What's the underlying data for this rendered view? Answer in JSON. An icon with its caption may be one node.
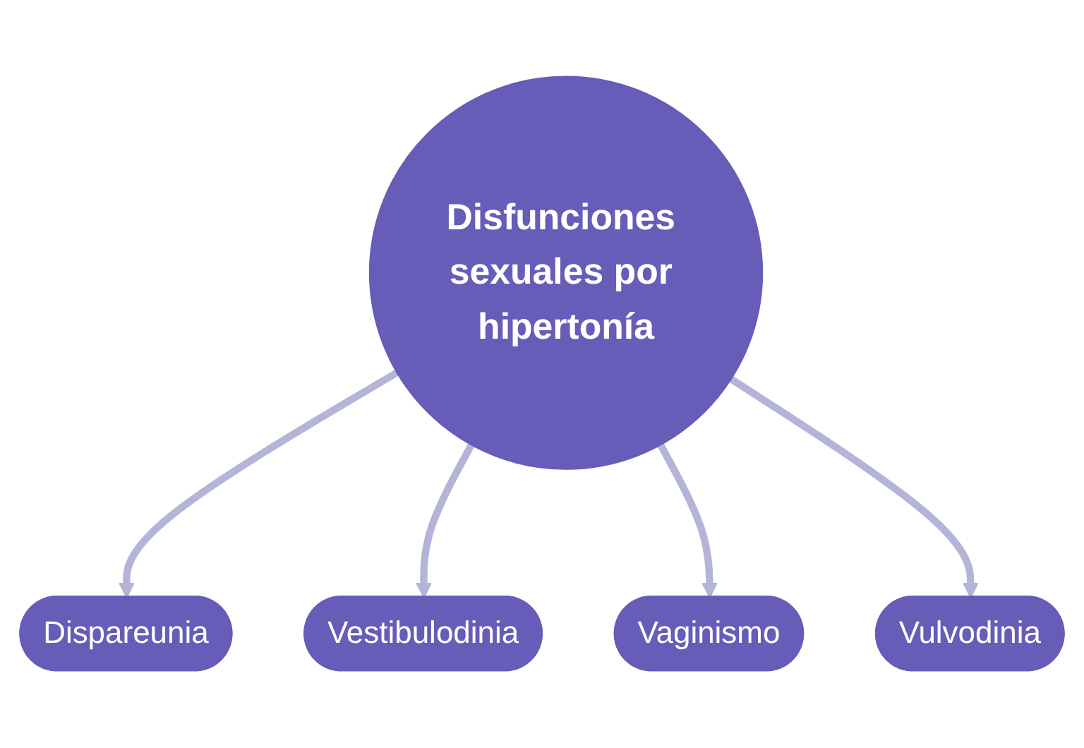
{
  "diagram": {
    "nodes": [
      {
        "text": [
          "Dispareunia"
        ]
      },
      {
        "text": [
          "Vestibulodinia"
        ]
      },
      {
        "text": [
          "Disfunciones sexuales por hipertonía"
        ]
      },
      {
        "text": [
          "Vaginismo"
        ]
      },
      {
        "text": [
          "Vulvodinia"
        ]
      }
    ],
    "edges": [
      {
        "from": 2,
        "to": 0,
        "arrow": "to"
      },
      {
        "from": 2,
        "to": 1,
        "arrow": "to"
      },
      {
        "from": 2,
        "to": 3,
        "arrow": "to"
      },
      {
        "from": 2,
        "to": 4,
        "arrow": "to"
      }
    ]
  }
}
